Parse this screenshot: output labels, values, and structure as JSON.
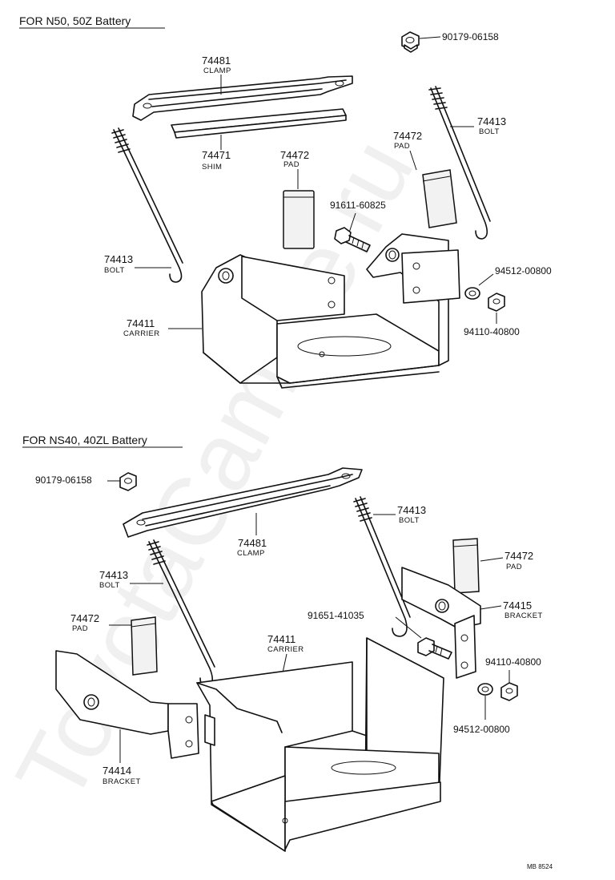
{
  "sections": [
    {
      "title": "FOR  N50, 50Z Battery"
    },
    {
      "title": "FOR  NS40, 40ZL Battery"
    }
  ],
  "upper": {
    "nut_code": "90179-06158",
    "clamp": {
      "num": "74481",
      "name": "CLAMP"
    },
    "shim": {
      "num": "74471",
      "name": "SHIM"
    },
    "pad_center": {
      "num": "74472",
      "name": "PAD"
    },
    "pad_right": {
      "num": "74472",
      "name": "PAD"
    },
    "bolt_right": {
      "num": "74413",
      "name": "BOLT"
    },
    "bolt_left": {
      "num": "74413",
      "name": "BOLT"
    },
    "screw_code": "91611-60825",
    "washer_code": "94512-00800",
    "nut2_code": "94110-40800",
    "carrier": {
      "num": "74411",
      "name": "CARRIER"
    }
  },
  "lower": {
    "nut_code": "90179-06158",
    "clamp": {
      "num": "74481",
      "name": "CLAMP"
    },
    "bolt_right": {
      "num": "74413",
      "name": "BOLT"
    },
    "bolt_left": {
      "num": "74413",
      "name": "BOLT"
    },
    "pad_right": {
      "num": "74472",
      "name": "PAD"
    },
    "pad_left": {
      "num": "74472",
      "name": "PAD"
    },
    "bracket_right": {
      "num": "74415",
      "name": "BRACKET"
    },
    "screw_code": "91651-41035",
    "nut2_code": "94110-40800",
    "washer_code": "94512-00800",
    "carrier": {
      "num": "74411",
      "name": "CARRIER"
    },
    "bracket_left": {
      "num": "74414",
      "name": "BRACKET"
    }
  },
  "footer_code": "MB  8524",
  "watermark": "ToyotaCamMe.ru"
}
